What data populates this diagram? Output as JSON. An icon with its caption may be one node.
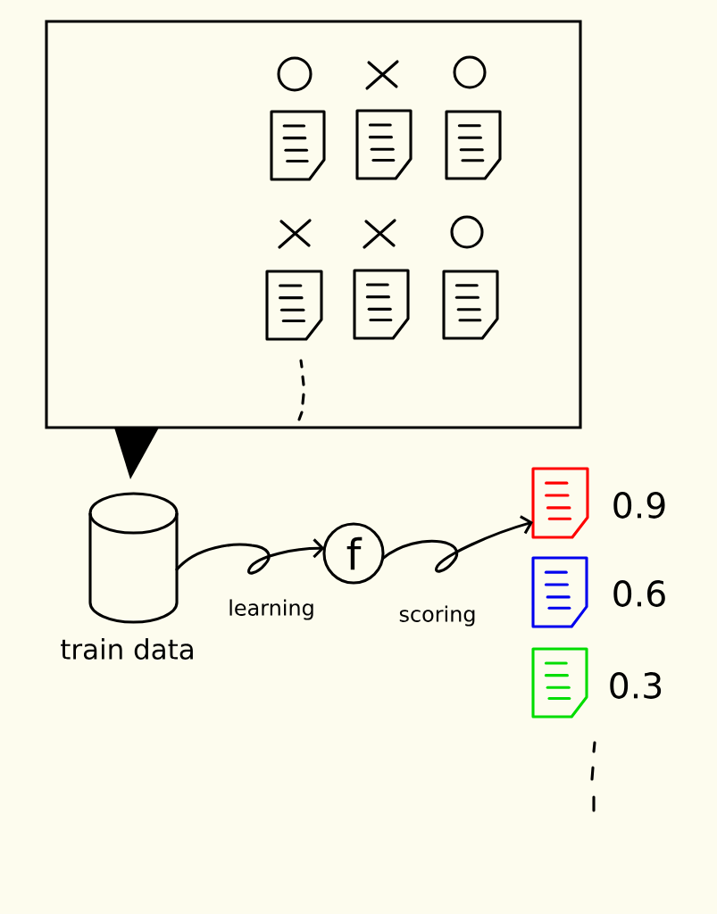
{
  "diagram": {
    "nodes": [
      {
        "text": [],
        "shape": "box"
      },
      {
        "text": [],
        "shape": "cylinder",
        "beside": [
          "train data"
        ]
      },
      {
        "text": [
          "f"
        ]
      },
      {
        "text": [],
        "shape": "document",
        "beside": [
          "0.9"
        ]
      },
      {
        "text": [],
        "shape": "document",
        "beside": [
          "0.6"
        ]
      },
      {
        "text": [],
        "shape": "document",
        "beside": [
          "0.3"
        ]
      }
    ],
    "edges": [
      {
        "from": 1,
        "to": 2,
        "arrow": "to",
        "label": "learning"
      },
      {
        "from": 2,
        "to": 3,
        "arrow": "to",
        "label": "scoring"
      }
    ]
  }
}
